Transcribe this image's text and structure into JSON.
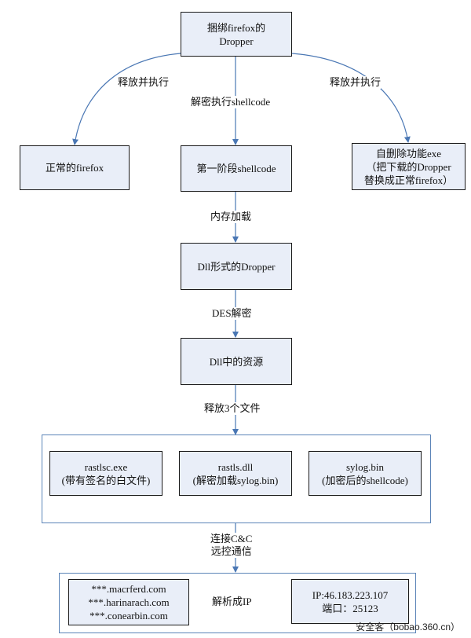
{
  "nodes": {
    "dropper": [
      "捆绑firefox的",
      "Dropper"
    ],
    "normal_firefox": [
      "正常的firefox"
    ],
    "stage1": [
      "第一阶段shellcode"
    ],
    "self_delete": [
      "自删除功能exe",
      "（把下载的Dropper",
      "替换成正常firefox）"
    ],
    "dll_dropper": [
      "Dll形式的Dropper"
    ],
    "dll_resource": [
      "Dll中的资源"
    ],
    "rastlsc": [
      "rastlsc.exe",
      "(带有签名的白文件)"
    ],
    "rastls": [
      "rastls.dll",
      "(解密加载sylog.bin)"
    ],
    "sylog": [
      "sylog.bin",
      "(加密后的shellcode)"
    ],
    "domains": [
      "***.macrferd.com",
      "***.harinarach.com",
      "***.conearbin.com"
    ],
    "ip": [
      "IP:46.183.223.107",
      "端口：25123"
    ]
  },
  "edges": {
    "release_left": "释放并执行",
    "decrypt_shellcode": "解密执行shellcode",
    "release_right": "释放并执行",
    "memory_load": "内存加载",
    "des_decrypt": "DES解密",
    "release_files": "释放3个文件",
    "connect_cc": [
      "连接C&C",
      "远控通信"
    ],
    "resolve_ip": "解析成IP"
  },
  "watermark": "安全客（bobao.360.cn）",
  "colors": {
    "node_fill": "#e9eef8",
    "edge": "#4a77b4",
    "group_border": "#5b84b8"
  }
}
